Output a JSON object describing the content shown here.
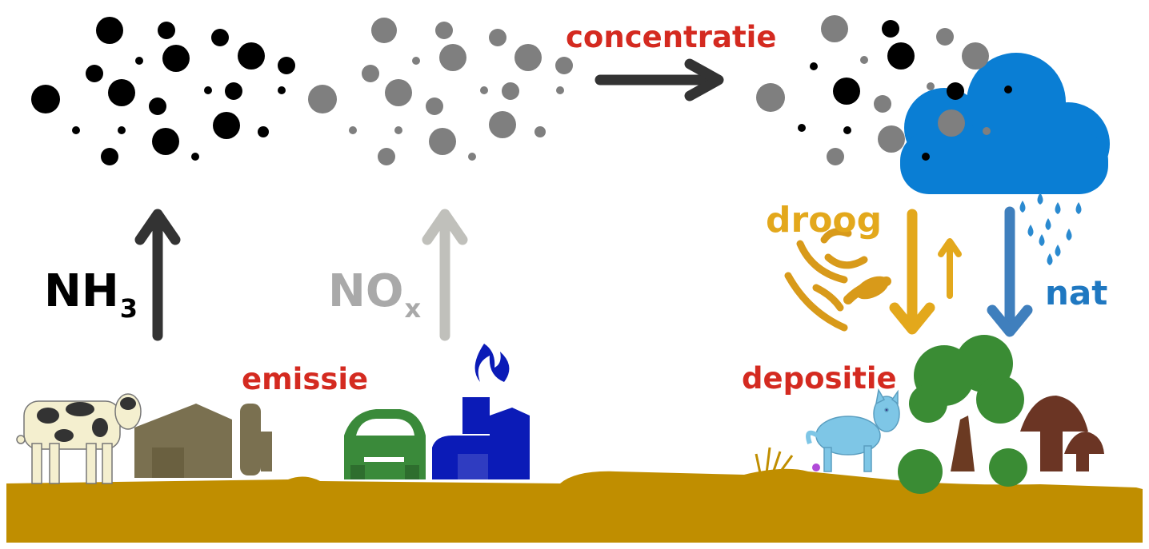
{
  "labels": {
    "concentratie": "concentratie",
    "emissie": "emissie",
    "depositie": "depositie",
    "droog": "droog",
    "nat": "nat",
    "nh3_main": "NH",
    "nh3_sub": "3",
    "nox_main": "NO",
    "nox_sub": "x"
  },
  "colors": {
    "label_red": "#d42a20",
    "nh3_particles": "#000000",
    "nox_particles": "#7f7f7f",
    "arrow_dark": "#333333",
    "arrow_light": "#c0c0bb",
    "droog": "#e3a81c",
    "nat": "#1f78c1",
    "cloud": "#0a7ed4",
    "soil": "#c08e00",
    "car": "#3a8a3a",
    "factory": "#0b1bb7",
    "barn": "#7a7050",
    "tree": "#3a8c34",
    "trunk": "#6b3a22",
    "mushroom": "#6b3524",
    "animal": "#7ec6e6"
  },
  "icons": [
    "cow-icon",
    "barn-icon",
    "car-icon",
    "factory-icon",
    "cloud-icon",
    "tree-icon",
    "mushroom-icon",
    "animal-icon",
    "leaves-icon"
  ]
}
